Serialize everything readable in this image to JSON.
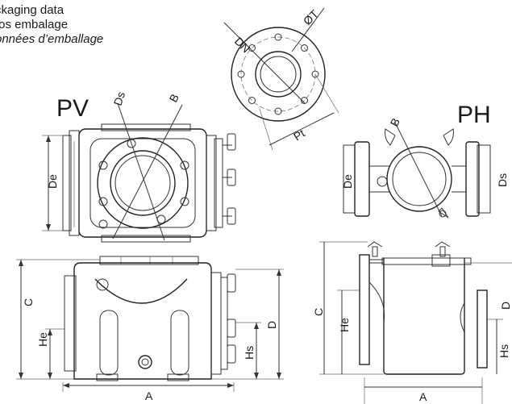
{
  "caption": {
    "line_en": "ckaging data",
    "line_pt": "tos embalage",
    "line_fr": "onnées d’emballage"
  },
  "views": {
    "pv_label": "PV",
    "ph_label": "PH"
  },
  "dimensions": {
    "dn": "DN",
    "phi_t": "ØT",
    "pt": "Pt",
    "ds": "Ds",
    "b": "B",
    "de": "De",
    "c": "C",
    "d": "D",
    "he": "He",
    "hs": "Hs",
    "a": "A"
  }
}
